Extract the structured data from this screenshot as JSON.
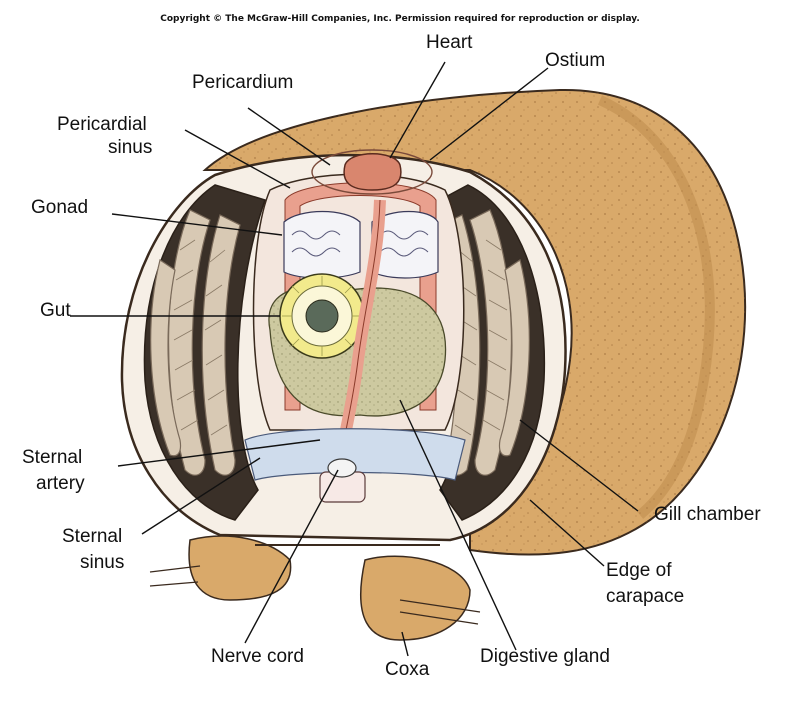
{
  "copyright": "Copyright © The McGraw-Hill Companies, Inc. Permission required for reproduction or display.",
  "labels": {
    "heart": "Heart",
    "ostium": "Ostium",
    "pericardium": "Pericardium",
    "pericardial_sinus_1": "Pericardial",
    "pericardial_sinus_2": "sinus",
    "gonad": "Gonad",
    "gut": "Gut",
    "sternal_artery_1": "Sternal",
    "sternal_artery_2": "artery",
    "sternal_sinus_1": "Sternal",
    "sternal_sinus_2": "sinus",
    "gill_chamber": "Gill chamber",
    "edge_of_carapace_1": "Edge of",
    "edge_of_carapace_2": "carapace",
    "nerve_cord": "Nerve cord",
    "coxa": "Coxa",
    "digestive_gland": "Digestive gland"
  },
  "colors": {
    "carapace": "#d9a96a",
    "carapace_dark": "#b98446",
    "vessel": "#e9a08e",
    "heart": "#d9866e",
    "gill": "#c9b9a4",
    "gill_line": "#7a6a5a",
    "digestive": "#cdc9a0",
    "gut_ring": "#f2ea8c",
    "sinus_blue": "#cfdcec",
    "outline": "#3a2a1e"
  }
}
